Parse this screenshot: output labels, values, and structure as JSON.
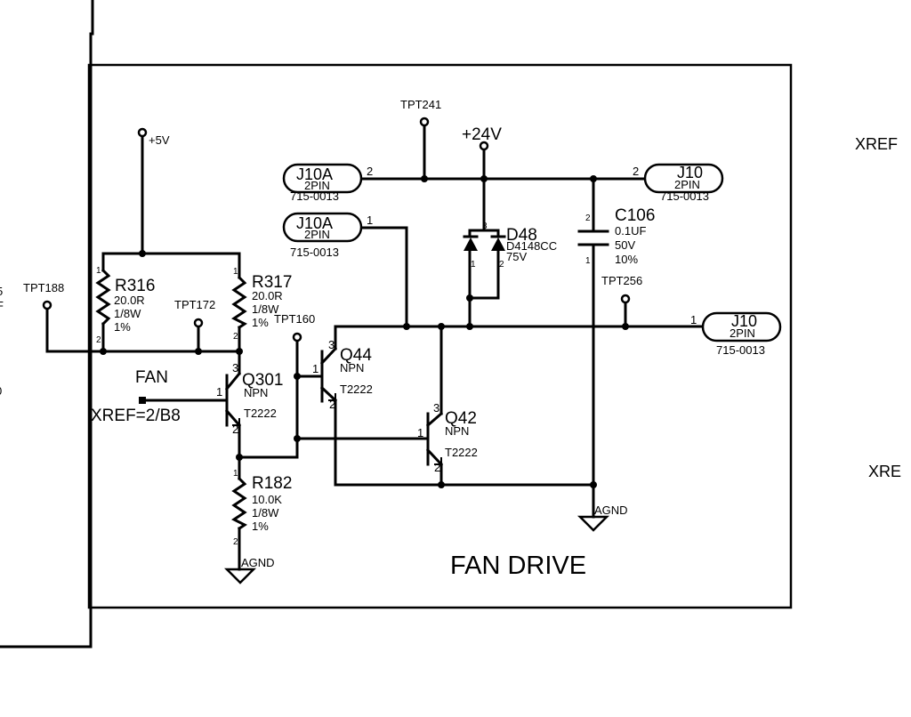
{
  "sheet": {
    "title": "FAN DRIVE",
    "offsheet_right_top": "XREF",
    "offsheet_right_bottom": "XRE",
    "offsheet_left_fragments": [
      "5",
      "F",
      "0"
    ]
  },
  "power": {
    "v5": "+5V",
    "v24": "+24V",
    "agnd": "AGND"
  },
  "net_labels": {
    "fan": "FAN",
    "fan_xref": "XREF=2/B8"
  },
  "test_points": {
    "tpt188": "TPT188",
    "tpt172": "TPT172",
    "tpt160": "TPT160",
    "tpt241": "TPT241",
    "tpt256": "TPT256"
  },
  "resistors": {
    "r316": {
      "ref": "R316",
      "value": "20.0R",
      "power": "1/8W",
      "tol": "1%",
      "pin1": "1",
      "pin2": "2"
    },
    "r317": {
      "ref": "R317",
      "value": "20.0R",
      "power": "1/8W",
      "tol": "1%",
      "pin1": "1",
      "pin2": "2"
    },
    "r182": {
      "ref": "R182",
      "value": "10.0K",
      "power": "1/8W",
      "tol": "1%",
      "pin1": "1",
      "pin2": "2"
    }
  },
  "transistors": {
    "q301": {
      "ref": "Q301",
      "type": "NPN",
      "part": "T2222",
      "b": "1",
      "c": "3",
      "e": "2"
    },
    "q44": {
      "ref": "Q44",
      "type": "NPN",
      "part": "T2222",
      "b": "1",
      "c": "3",
      "e": "2"
    },
    "q42": {
      "ref": "Q42",
      "type": "NPN",
      "part": "T2222",
      "b": "1",
      "c": "3",
      "e": "2"
    }
  },
  "diode": {
    "ref": "D48",
    "part": "D4148CC",
    "rating": "75V",
    "p1": "1",
    "p2": "2",
    "p3": "3"
  },
  "capacitor": {
    "ref": "C106",
    "value": "0.1UF",
    "voltage": "50V",
    "tol": "10%",
    "p1": "1",
    "p2": "2"
  },
  "connectors": {
    "j10a_2": {
      "ref": "J10A",
      "type": "2PIN",
      "part": "715-0013",
      "pin": "2"
    },
    "j10a_1": {
      "ref": "J10A",
      "type": "2PIN",
      "part": "715-0013",
      "pin": "1"
    },
    "j10_2": {
      "ref": "J10",
      "type": "2PIN",
      "part": "715-0013",
      "pin": "2"
    },
    "j10_1": {
      "ref": "J10",
      "type": "2PIN",
      "part": "715-0013",
      "pin": "1"
    }
  }
}
